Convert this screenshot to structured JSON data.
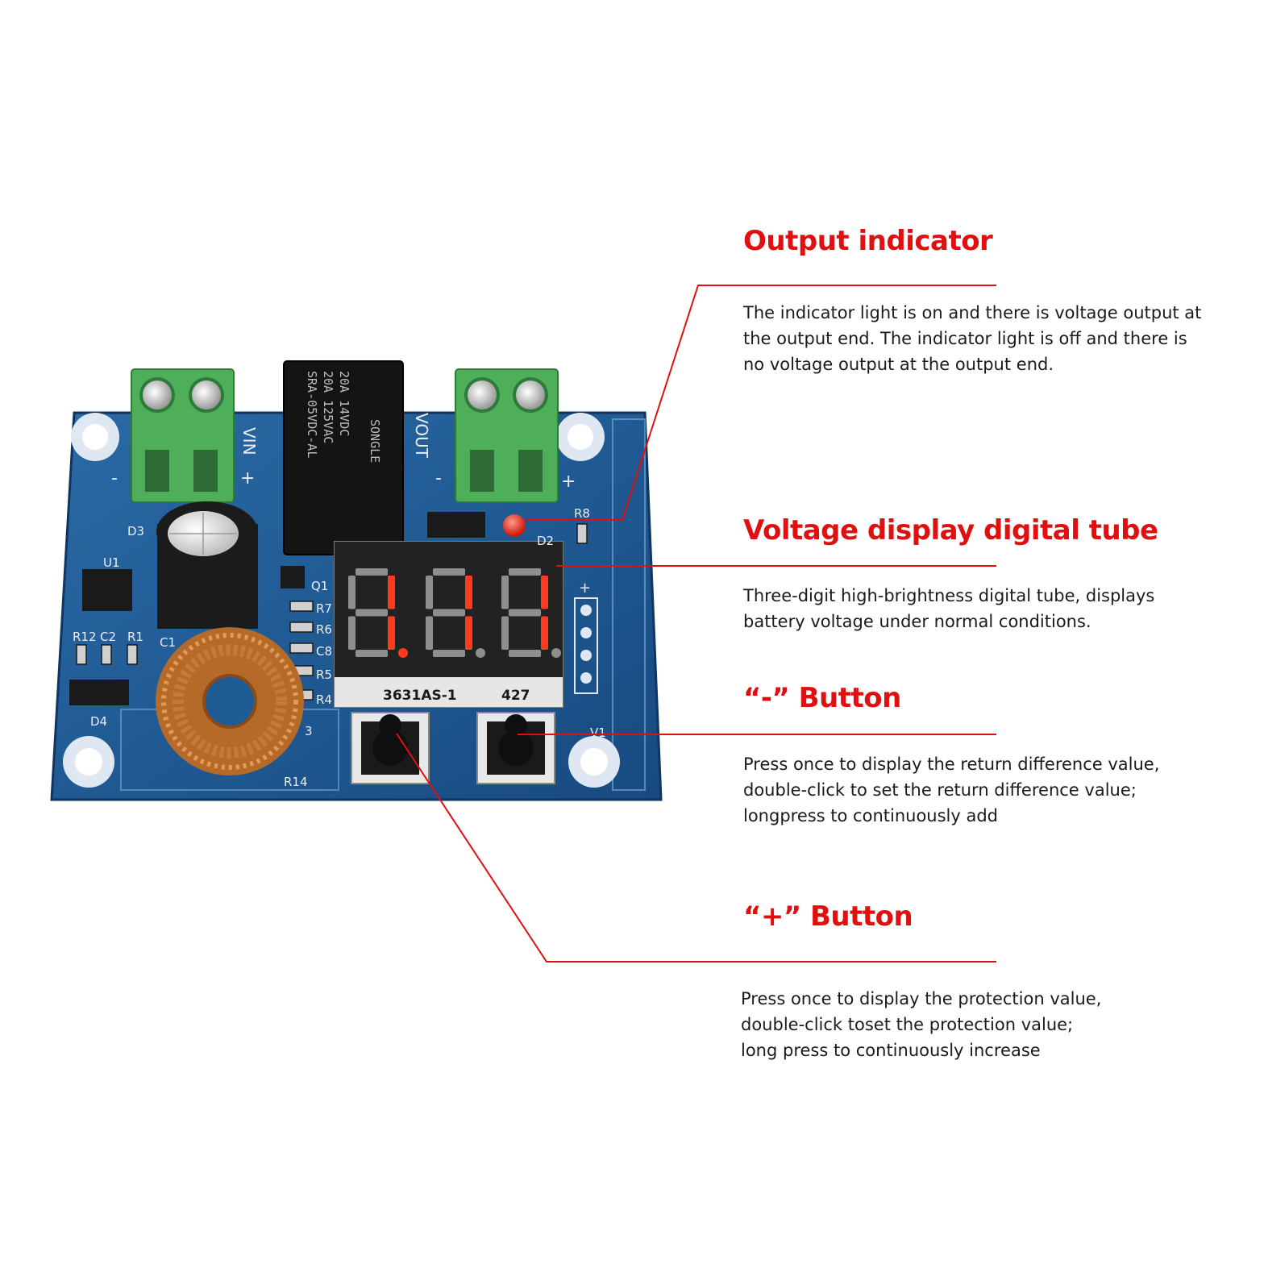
{
  "callouts": [
    {
      "title": "Output indicator",
      "lines": [
        "The indicator light is on and there is voltage output at",
        "the output end. The indicator light is off and there is",
        "no voltage output at the output end."
      ]
    },
    {
      "title": "Voltage display digital tube",
      "lines": [
        "Three-digit high-brightness digital tube, displays",
        "battery voltage under normal conditions."
      ]
    },
    {
      "title": "“-”  Button",
      "lines": [
        "Press once to display the return difference value,",
        "double-click to set the return difference value;",
        "longpress to continuously add"
      ]
    },
    {
      "title": "“+”  Button",
      "lines": [
        "Press once to display the protection value,",
        "double-click toset the protection value;",
        "long press to continuously increase"
      ]
    }
  ],
  "board": {
    "relay_lines": [
      "SONGLE",
      "20A 14VDC",
      "20A 125VAC",
      "SRA-05VDC-AL"
    ],
    "display_model": "3631AS-1",
    "display_code": "427",
    "silkscreen": {
      "vin": "VIN",
      "vout": "VOUT",
      "plus": "+",
      "minus": "-",
      "d3": "D3",
      "u1": "U1",
      "r12": "R12",
      "c2": "C2",
      "r1": "R1",
      "c1": "C1",
      "d4": "D4",
      "r14": "R14",
      "q1": "Q1",
      "r7": "R7",
      "r6": "R6",
      "c8": "C8",
      "r5": "R5",
      "r4": "R4",
      "r8": "R8",
      "d2": "D2",
      "v1": "V1",
      "r3": "3"
    }
  },
  "colors": {
    "accent": "#e01010",
    "pcb": "#1e5a94",
    "terminal": "#4fae5a",
    "segment_on": "#ff3b1f",
    "segment_off": "#8e8e8e"
  }
}
